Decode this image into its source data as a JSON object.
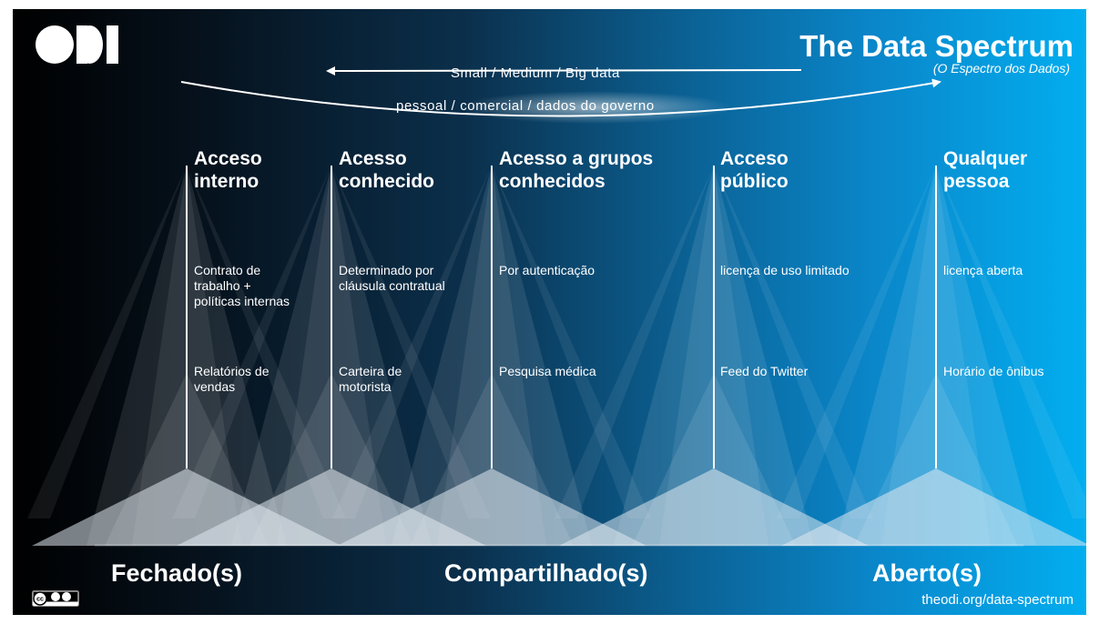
{
  "header": {
    "logo_text": "ODI",
    "title": "The Data Spectrum",
    "subtitle": "(O Espectro dos Dados)"
  },
  "arcs": {
    "upper": "Small  /  Medium  /  Big data",
    "lower": "pessoal  /  comercial  /  dados do governo"
  },
  "columns": [
    {
      "title": "Acceso\ninterno",
      "license": "Contrato de\ntrabalho +\npolíticas internas",
      "example": "Relatórios de\nvendas"
    },
    {
      "title": "Acesso\nconhecido",
      "license": "Determinado por\ncláusula contratual",
      "example": "Carteira de\nmotorista"
    },
    {
      "title": "Acesso a grupos\nconhecidos",
      "license": "Por autenticação",
      "example": "Pesquisa médica"
    },
    {
      "title": "Acceso\npúblico",
      "license": "licença de uso limitado",
      "example": "Feed do Twitter"
    },
    {
      "title": "Qualquer\npessoa",
      "license": "licença aberta",
      "example": "Horário de ônibus"
    }
  ],
  "bottom_labels": {
    "closed": "Fechado(s)",
    "shared": "Compartilhado(s)",
    "open": "Aberto(s)"
  },
  "footer": {
    "url": "theodi.org/data-spectrum",
    "license_icon": "cc-by-sa-icon"
  },
  "colors": {
    "background_left": "#000000",
    "background_right": "#02aef0",
    "text": "#ffffff"
  }
}
